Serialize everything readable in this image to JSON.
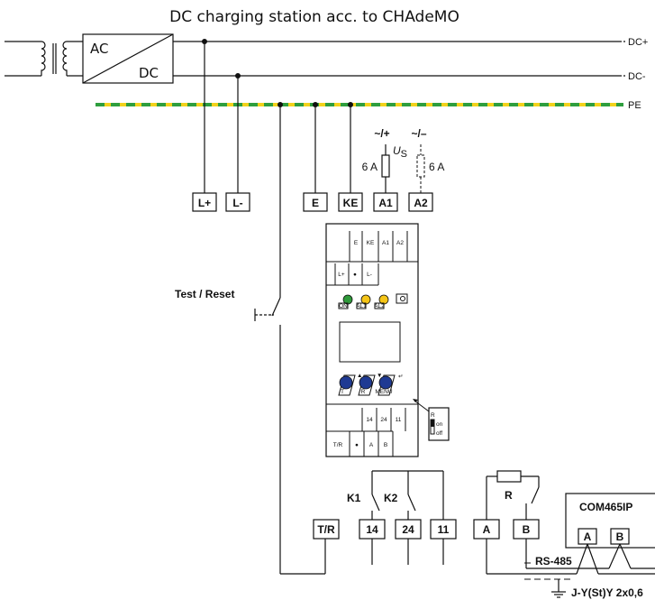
{
  "title": "DC charging station acc. to CHAdeMO",
  "rails": {
    "dc_plus": "DC+",
    "dc_minus": "DC-",
    "pe": "PE"
  },
  "converter": {
    "ac": "AC",
    "dc": "DC"
  },
  "supply": {
    "a1_polarity": "~/+",
    "a2_polarity": "~/–",
    "us_symbol": "U",
    "us_subscript": "S",
    "fuse_a1": "6 A",
    "fuse_a2": "6 A"
  },
  "top_terminals": [
    "L+",
    "L-",
    "E",
    "KE",
    "A1",
    "A2"
  ],
  "device": {
    "top_labels": [
      "E",
      "KE",
      "A1",
      "A2"
    ],
    "second_labels": [
      "L+",
      "●",
      "L-"
    ],
    "led_labels": [
      "ON",
      "AL1",
      "AL2"
    ],
    "button_labels": [
      "T",
      "R",
      "MENU"
    ],
    "relay_labels": [
      "14",
      "24",
      "11"
    ],
    "bottom_labels": [
      "T/R",
      "●",
      "A",
      "B"
    ],
    "switch_r": "R",
    "switch_on": "on",
    "switch_off": "off"
  },
  "test_reset": "Test / Reset",
  "relays": {
    "k1": "K1",
    "k2": "K2"
  },
  "resistor_label": "R",
  "bottom_terminals": [
    "T/R",
    "14",
    "24",
    "11",
    "A",
    "B"
  ],
  "com_device": "COM465IP",
  "com_terminals": [
    "A",
    "B"
  ],
  "bus_label": "RS-485",
  "cable_label": "J-Y(St)Y 2x0,6",
  "colors": {
    "pe_green": "#2e9e3e",
    "pe_yellow": "#f2d21b",
    "led_green": "#2f9a3a",
    "led_yellow": "#f5c518",
    "button_blue": "#1f3a93",
    "line": "#111111"
  }
}
